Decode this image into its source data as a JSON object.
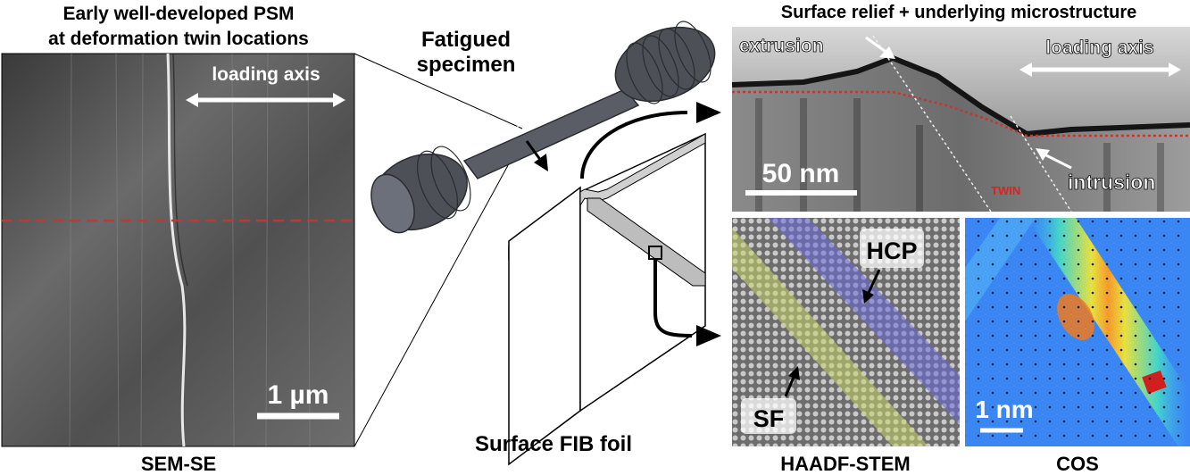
{
  "panel_sem": {
    "title_line1": "Early well-developed PSM",
    "title_line2": "at deformation twin locations",
    "axis_label": "loading axis",
    "scale_label": "1 µm",
    "caption": "SEM-SE"
  },
  "panel_specimen": {
    "title_line1": "Fatigued",
    "title_line2": "specimen",
    "foil_caption": "Surface FIB foil"
  },
  "panel_tem": {
    "title": "Surface relief + underlying microstructure",
    "extrusion_label": "extrusion",
    "axis_label": "loading axis",
    "scale_label": "50 nm",
    "twin_label": "TWIN",
    "intrusion_label": "intrusion"
  },
  "panel_haadf": {
    "hcp_label": "HCP",
    "sf_label": "SF",
    "caption": "HAADF-STEM"
  },
  "panel_cos": {
    "scale_label": "1 nm",
    "caption": "COS"
  },
  "colors": {
    "dashed_line": "#c0392b",
    "specimen": "#5a5d66",
    "hcp_band": "#6a6adb",
    "sf_band": "#c8d56a",
    "twin_text": "#e02020"
  }
}
